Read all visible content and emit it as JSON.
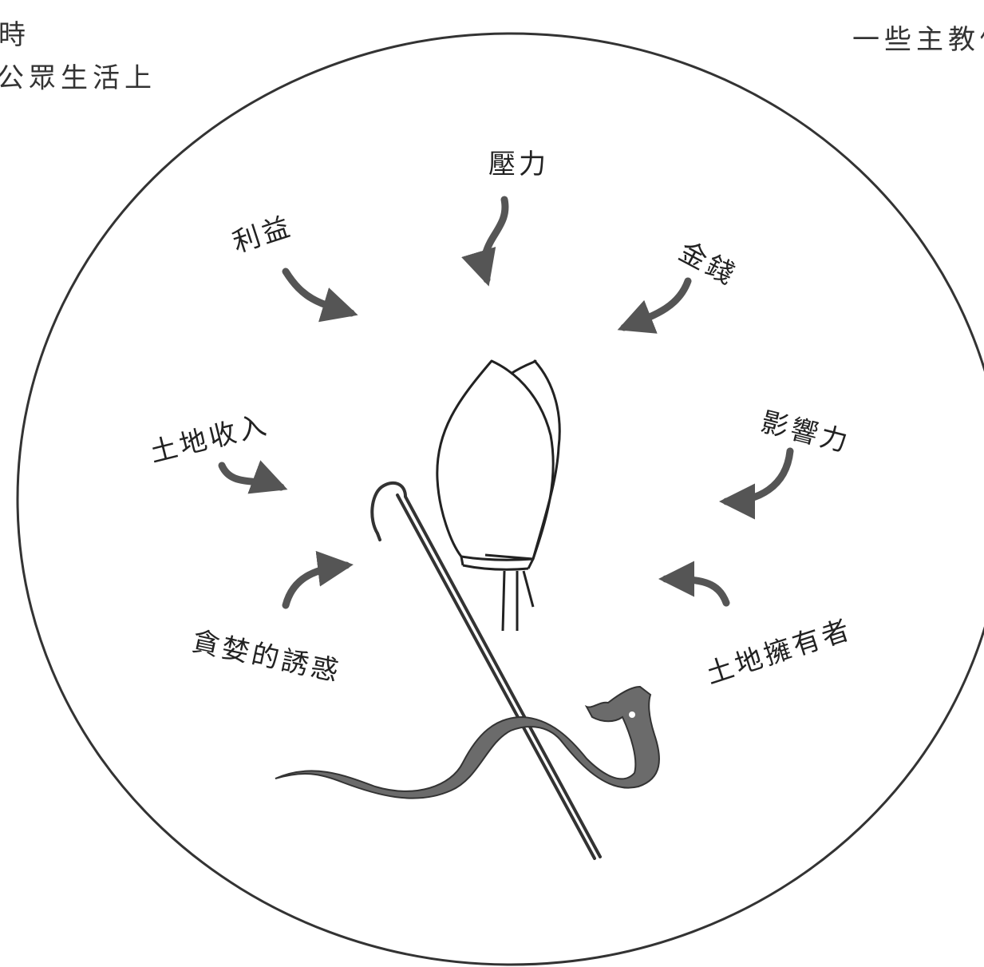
{
  "corner_text": {
    "top_left_line1": "時",
    "top_left_line2": "公眾生活上",
    "top_right": "一些主教們"
  },
  "labels": {
    "pressure": "壓力",
    "profit": "利益",
    "money": "金錢",
    "land_income": "土地收入",
    "influence": "影響力",
    "greed": "貪婪的誘惑",
    "landowners": "土地擁有者"
  },
  "colors": {
    "ink": "#222222",
    "arrow": "#555555",
    "snake": "#6b6b6b"
  }
}
